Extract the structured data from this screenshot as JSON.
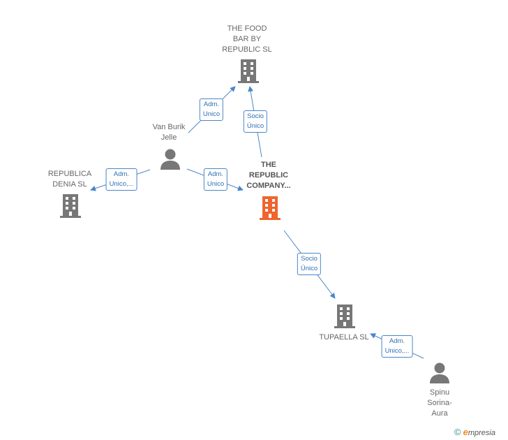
{
  "colors": {
    "edge": "#4a86c8",
    "node_gray": "#777777",
    "main": "#f0642d"
  },
  "nodes": {
    "food_bar": {
      "label": "THE FOOD\nBAR BY\nREPUBLIC  SL",
      "icon": "building-icon"
    },
    "van_burik": {
      "label": "Van Burik\nJelle",
      "icon": "person-icon"
    },
    "republica_denia": {
      "label": "REPUBLICA\nDENIA SL",
      "icon": "building-icon"
    },
    "republic_company": {
      "label": "THE\nREPUBLIC\nCOMPANY...",
      "icon": "building-icon"
    },
    "tupaella": {
      "label": "TUPAELLA  SL",
      "icon": "building-icon"
    },
    "spinu": {
      "label": "Spinu\nSorina-\nAura",
      "icon": "person-icon"
    }
  },
  "edges": [
    {
      "label": "Adm.\nUnico"
    },
    {
      "label": "Socio\nÚnico"
    },
    {
      "label": "Adm.\nUnico,..."
    },
    {
      "label": "Adm.\nUnico"
    },
    {
      "label": "Socio\nÚnico"
    },
    {
      "label": "Adm.\nUnico,..."
    }
  ],
  "brand": {
    "copyright": "©",
    "e": "e",
    "rest": "mpresia"
  }
}
